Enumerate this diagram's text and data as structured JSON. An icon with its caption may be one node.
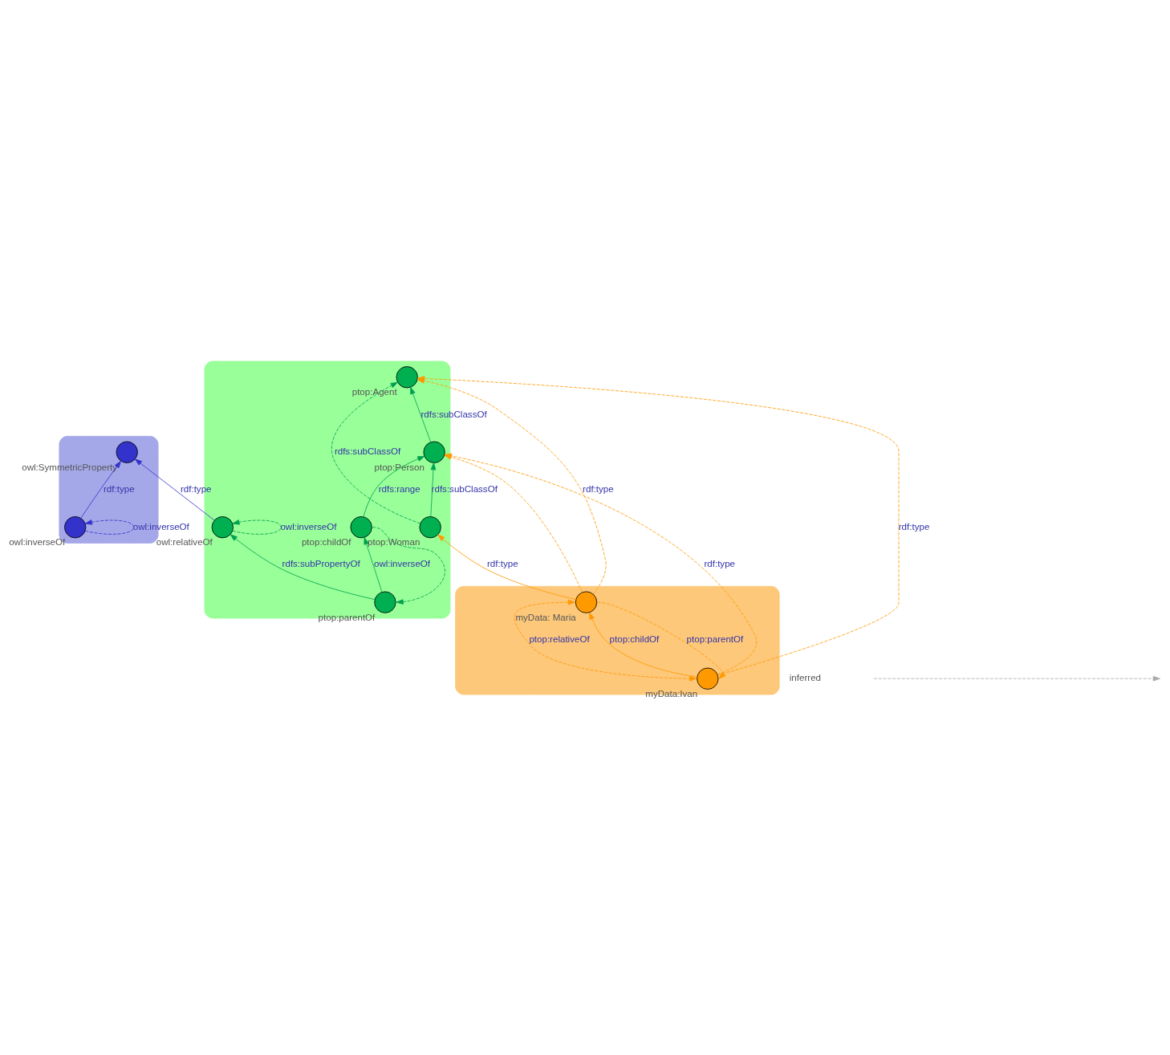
{
  "diagram": {
    "nodes": [
      {
        "text": [],
        "shape": "ellipse"
      },
      {
        "text": [
          "owl:SymmetricProperty"
        ],
        "in": 0
      },
      {
        "text": [
          "owl:inverseOf"
        ],
        "in": 0
      },
      {
        "text": [],
        "shape": "ellipse"
      },
      {
        "text": [
          "owl:relativeOf"
        ],
        "in": 3
      },
      {
        "text": [
          "ptop:parentOf"
        ],
        "in": 3
      },
      {
        "text": [
          "ptop:Agent"
        ],
        "in": 3
      },
      {
        "text": [
          "ptop:Person"
        ],
        "in": 3
      },
      {
        "text": [
          "ptop:childOf"
        ],
        "in": 3
      },
      {
        "text": [
          "ptop:Woman"
        ],
        "in": 3
      },
      {
        "text": [],
        "shape": "ellipse"
      },
      {
        "text": [
          "myData:Ivan"
        ],
        "in": 10
      },
      {
        "text": [
          "myData: Maria"
        ],
        "in": 10
      }
    ],
    "edges": [
      {
        "from": 2,
        "to": 1,
        "arrow": "to",
        "label": "rdf:type",
        "color": "#3333cc"
      },
      {
        "from": 2,
        "to": 2,
        "arrow": "to",
        "label": "owl:inverseOf",
        "style": "dashed",
        "color": "#3333cc"
      },
      {
        "from": 4,
        "to": 1,
        "arrow": "to",
        "label": "rdf:type",
        "color": "#3333cc"
      },
      {
        "from": 5,
        "to": 4,
        "arrow": "to",
        "label": "rdfs:subPropertyOf",
        "color": "#00a050"
      },
      {
        "from": 4,
        "to": 4,
        "arrow": "to",
        "label": "owl:inverseOf",
        "style": "dashed",
        "color": "#00a050"
      },
      {
        "from": 5,
        "to": 8,
        "arrow": "to",
        "label": "owl:inverseOf",
        "color": "#00a050"
      },
      {
        "from": 8,
        "to": 5,
        "arrow": "to",
        "style": "dashed",
        "color": "#00a050"
      },
      {
        "from": 7,
        "to": 6,
        "arrow": "to",
        "label": "rdfs:subClassOf",
        "color": "#00a050"
      },
      {
        "from": 8,
        "to": 7,
        "arrow": "to",
        "label": "rdfs:range",
        "color": "#00a050"
      },
      {
        "from": 9,
        "to": 7,
        "arrow": "to",
        "label": "rdfs:subClassOf",
        "color": "#00a050"
      },
      {
        "from": 9,
        "to": 6,
        "arrow": "to",
        "label": "rdfs:subClassOf",
        "style": "dashed",
        "color": "#00a050"
      },
      {
        "from": 11,
        "to": 6,
        "arrow": "to",
        "label": "rdf:type",
        "style": "dashed",
        "color": "#ff9900"
      },
      {
        "from": 11,
        "to": 7,
        "arrow": "to",
        "label": "rdf:type",
        "style": "dashed",
        "color": "#ff9900"
      },
      {
        "from": 12,
        "to": 6,
        "arrow": "to",
        "label": "rdf:type",
        "style": "dashed",
        "color": "#ff9900"
      },
      {
        "from": 12,
        "to": 7,
        "arrow": "to",
        "style": "dashed",
        "color": "#ff9900"
      },
      {
        "from": 11,
        "to": 12,
        "arrow": "to",
        "label": "ptop:childOf",
        "color": "#ff9900"
      },
      {
        "from": 12,
        "to": 11,
        "arrow": "to",
        "label": "ptop:parentOf",
        "style": "dashed",
        "color": "#ff9900"
      },
      {
        "from": 12,
        "to": 11,
        "arrow": "both",
        "label": "ptop:relativeOf",
        "style": "dashed",
        "color": "#ff9900"
      },
      {
        "from": 12,
        "to": 9,
        "arrow": "to",
        "label": "rdf:type",
        "color": "#ff9900"
      }
    ],
    "legend": [
      {
        "text": "inferred"
      }
    ]
  }
}
